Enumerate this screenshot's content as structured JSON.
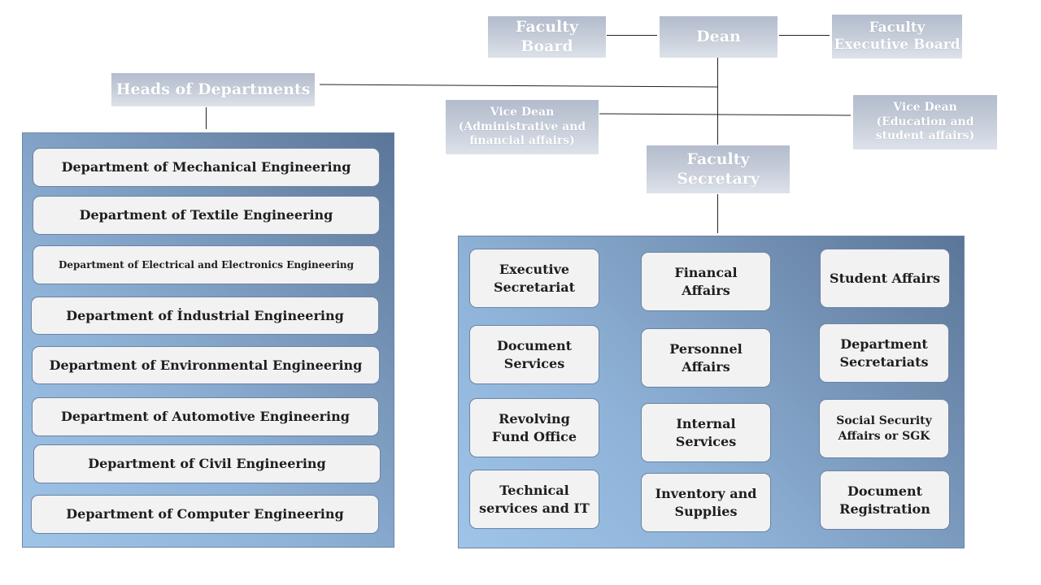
{
  "colors": {
    "header_box": "#c6cdd9",
    "header_text": "#ffffff",
    "panel_light": "#9ec4e8",
    "panel_dark": "#5a7597",
    "unit_fill": "#f2f2f2",
    "unit_border": "#6a83a6",
    "connector": "#222222"
  },
  "top": {
    "faculty_board": "Faculty\nBoard",
    "dean": "Dean",
    "faculty_executive_board": "Faculty\nExecutive Board",
    "heads_of_departments": "Heads of Departments",
    "vice_dean_admin": "Vice Dean\n(Administrative and\nfinancial affairs)",
    "vice_dean_education": "Vice Dean\n(Education and\nstudent affairs)",
    "faculty_secretary": "Faculty\nSecretary"
  },
  "departments": [
    "Department of Mechanical Engineering",
    "Department of Textile Engineering",
    "Department of Electrical and Electronics Engineering",
    "Department of İndustrial Engineering",
    "Department of Environmental Engineering",
    "Department of Automotive Engineering",
    "Department of Civil Engineering",
    "Department of Computer Engineering"
  ],
  "units": [
    "Executive\nSecretariat",
    "Financal\nAffairs",
    "Student Affairs",
    "Document\nServices",
    "Personnel\nAffairs",
    "Department\nSecretariats",
    "Revolving\nFund Office",
    "Internal\nServices",
    "Social Security\nAffairs or  SGK",
    "Technical\nservices and IT",
    "Inventory and\nSupplies",
    "Document\nRegistration"
  ]
}
